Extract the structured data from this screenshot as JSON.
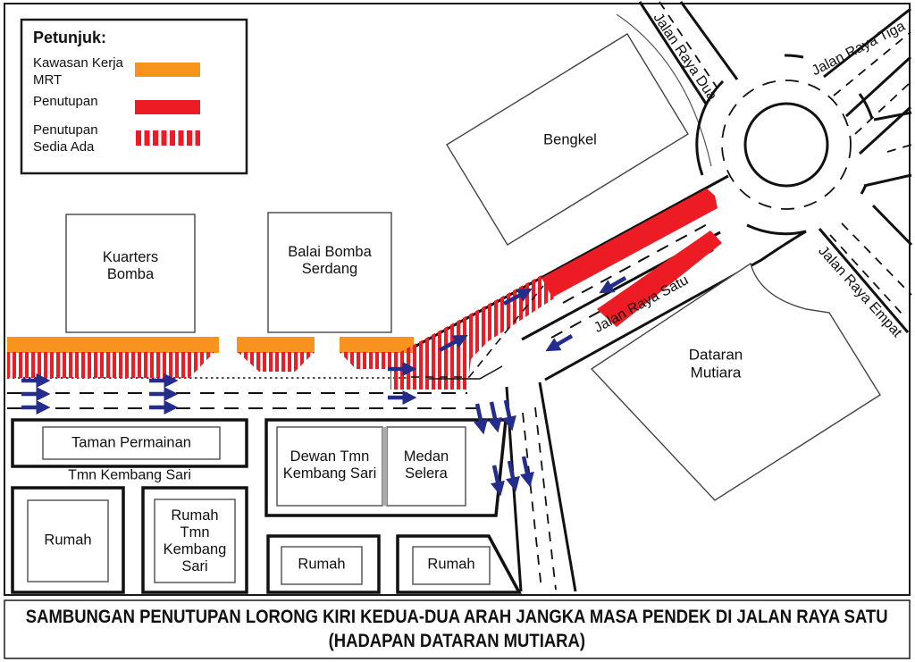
{
  "legend": {
    "title": "Petunjuk:",
    "items": [
      {
        "label": "Kawasan Kerja MRT",
        "type": "work-zone"
      },
      {
        "label": "Penutupan",
        "type": "closure"
      },
      {
        "label": "Penutupan Sedia Ada",
        "type": "existing-closure"
      }
    ]
  },
  "buildings": {
    "bengkel": "Bengkel",
    "kuarters_bomba": "Kuarters Bomba",
    "balai_bomba": "Balai Bomba Serdang",
    "dataran_mutiara": "Dataran Mutiara",
    "taman_permainan": "Taman Permainan",
    "tmn_kembang_sari": "Tmn Kembang Sari",
    "rumah_left": "Rumah",
    "rumah_tmn_kembang_sari": "Rumah Tmn Kembang Sari",
    "dewan": "Dewan Tmn Kembang Sari",
    "medan_selera": "Medan Selera",
    "rumah_mid": "Rumah",
    "rumah_right": "Rumah"
  },
  "roads": {
    "satu": "Jalan Raya Satu",
    "dua": "Jalan Raya Dua",
    "tiga": "Jalan Raya Tiga",
    "empat": "Jalan Raya Empat"
  },
  "caption": {
    "line1": "SAMBUNGAN PENUTUPAN LORONG KIRI KEDUA-DUA ARAH JANGKA MASA PENDEK DI JALAN RAYA SATU",
    "line2": "(HADAPAN DATARAN MUTIARA)"
  },
  "colors": {
    "work_zone_orange": "#F7941D",
    "closure_red": "#ED1C24",
    "arrow_blue": "#242C8C"
  }
}
